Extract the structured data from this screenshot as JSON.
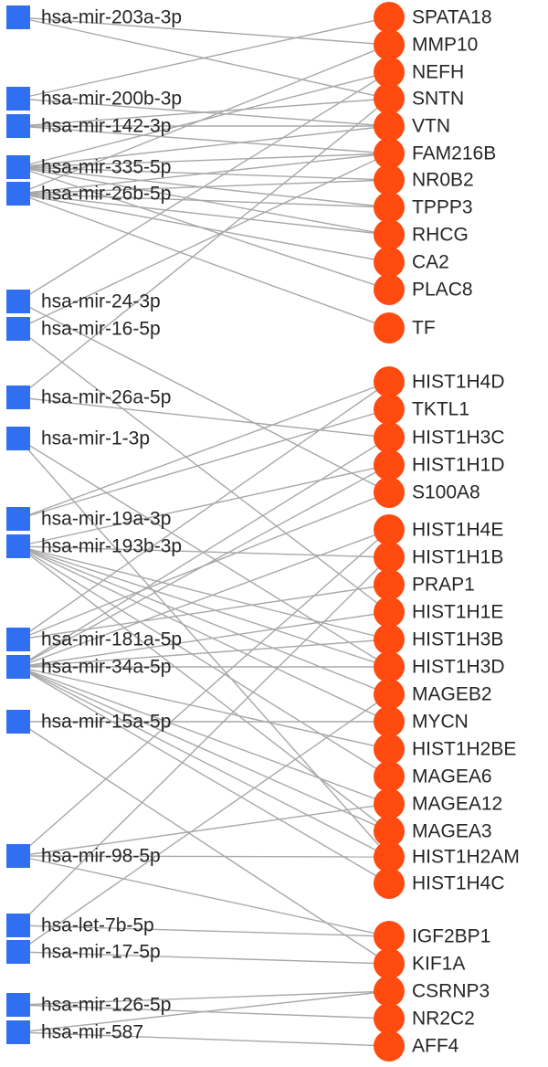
{
  "style": {
    "mirna_color": "#2f6ff0",
    "gene_color": "#ff4a10",
    "edge_color": "#a8a8a8",
    "text_color": "#262626"
  },
  "mirnas": [
    "hsa-mir-203a-3p",
    "hsa-mir-200b-3p",
    "hsa-mir-142-3p",
    "hsa-mir-335-5p",
    "hsa-mir-26b-5p",
    "hsa-mir-24-3p",
    "hsa-mir-16-5p",
    "hsa-mir-26a-5p",
    "hsa-mir-1-3p",
    "hsa-mir-19a-3p",
    "hsa-mir-193b-3p",
    "hsa-mir-181a-5p",
    "hsa-mir-34a-5p",
    "hsa-mir-15a-5p",
    "hsa-mir-98-5p",
    "hsa-let-7b-5p",
    "hsa-mir-17-5p",
    "hsa-mir-126-5p",
    "hsa-mir-587"
  ],
  "genes": [
    "SPATA18",
    "MMP10",
    "NEFH",
    "SNTN",
    "VTN",
    "FAM216B",
    "NR0B2",
    "TPPP3",
    "RHCG",
    "CA2",
    "PLAC8",
    "TF",
    "HIST1H4D",
    "TKTL1",
    "HIST1H3C",
    "HIST1H1D",
    "S100A8",
    "HIST1H4E",
    "HIST1H1B",
    "PRAP1",
    "HIST1H1E",
    "HIST1H3B",
    "HIST1H3D",
    "MAGEB2",
    "MYCN",
    "HIST1H2BE",
    "MAGEA6",
    "MAGEA12",
    "MAGEA3",
    "HIST1H2AM",
    "HIST1H4C",
    "IGF2BP1",
    "KIF1A",
    "CSRNP3",
    "NR2C2",
    "AFF4"
  ],
  "edges": [
    [
      0,
      1
    ],
    [
      0,
      3
    ],
    [
      1,
      0
    ],
    [
      1,
      4
    ],
    [
      2,
      3
    ],
    [
      2,
      4
    ],
    [
      2,
      5
    ],
    [
      3,
      2
    ],
    [
      3,
      4
    ],
    [
      3,
      5
    ],
    [
      3,
      6
    ],
    [
      3,
      7
    ],
    [
      3,
      8
    ],
    [
      3,
      10
    ],
    [
      4,
      1
    ],
    [
      4,
      5
    ],
    [
      4,
      6
    ],
    [
      4,
      7
    ],
    [
      4,
      8
    ],
    [
      4,
      9
    ],
    [
      4,
      11
    ],
    [
      5,
      2
    ],
    [
      5,
      16
    ],
    [
      6,
      5
    ],
    [
      6,
      20
    ],
    [
      7,
      3
    ],
    [
      7,
      14
    ],
    [
      8,
      22
    ],
    [
      8,
      29
    ],
    [
      9,
      13
    ],
    [
      9,
      12
    ],
    [
      10,
      15
    ],
    [
      10,
      18
    ],
    [
      10,
      21
    ],
    [
      10,
      22
    ],
    [
      10,
      23
    ],
    [
      10,
      24
    ],
    [
      10,
      26
    ],
    [
      10,
      28
    ],
    [
      11,
      12
    ],
    [
      11,
      16
    ],
    [
      11,
      19
    ],
    [
      12,
      14
    ],
    [
      12,
      15
    ],
    [
      12,
      17
    ],
    [
      12,
      20
    ],
    [
      12,
      21
    ],
    [
      12,
      25
    ],
    [
      12,
      27
    ],
    [
      12,
      28
    ],
    [
      12,
      29
    ],
    [
      12,
      30
    ],
    [
      12,
      22
    ],
    [
      13,
      24
    ],
    [
      13,
      32
    ],
    [
      14,
      27
    ],
    [
      14,
      29
    ],
    [
      14,
      31
    ],
    [
      14,
      17
    ],
    [
      15,
      18
    ],
    [
      15,
      31
    ],
    [
      16,
      23
    ],
    [
      16,
      32
    ],
    [
      17,
      33
    ],
    [
      17,
      34
    ],
    [
      18,
      33
    ],
    [
      18,
      35
    ]
  ]
}
